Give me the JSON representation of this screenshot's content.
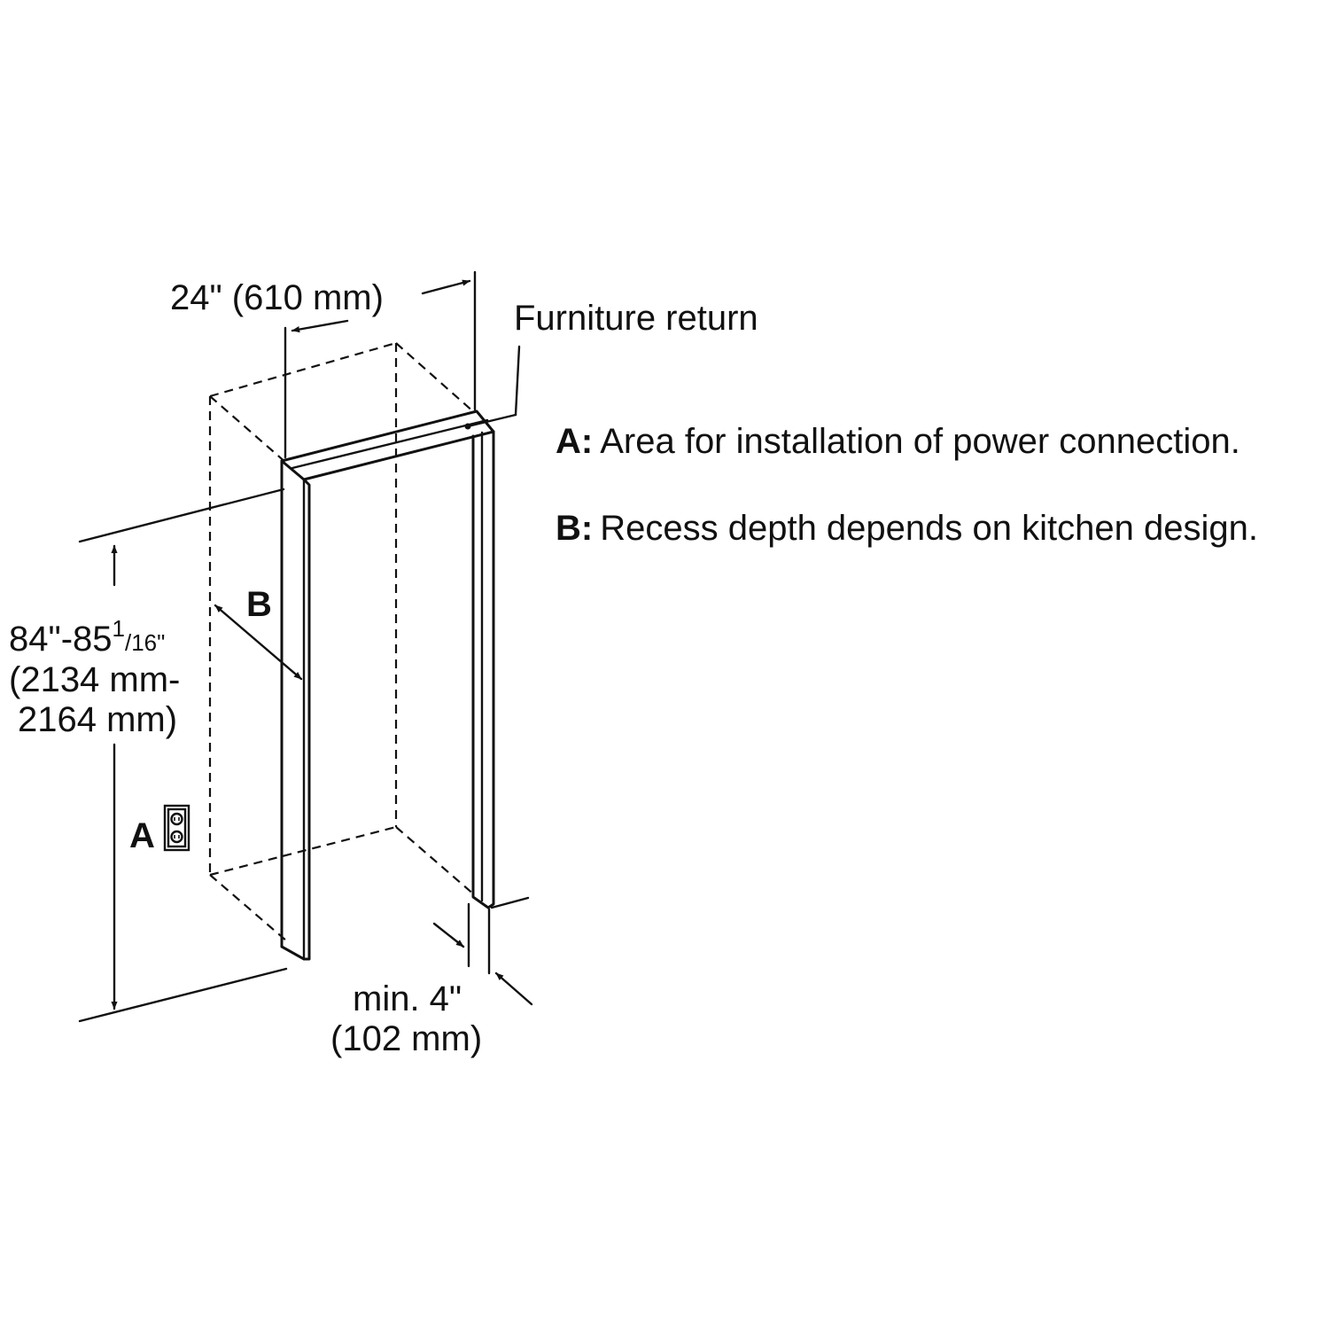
{
  "dimensions": {
    "width": "24\" (610 mm)",
    "height_line1_prefix": "84\"-85",
    "height_frac_num": "1",
    "height_frac_den": "/16\"",
    "height_line2": "(2134 mm-",
    "height_line3": "2164 mm)",
    "min_depth_line1": "min. 4\"",
    "min_depth_line2": "(102 mm)"
  },
  "callouts": {
    "furniture_return": "Furniture return",
    "label_a": "A",
    "label_b": "B"
  },
  "legend": [
    {
      "key": "A:",
      "text": "Area for installation of power connection."
    },
    {
      "key": "B:",
      "text": "Recess depth depends on kitchen design."
    }
  ]
}
